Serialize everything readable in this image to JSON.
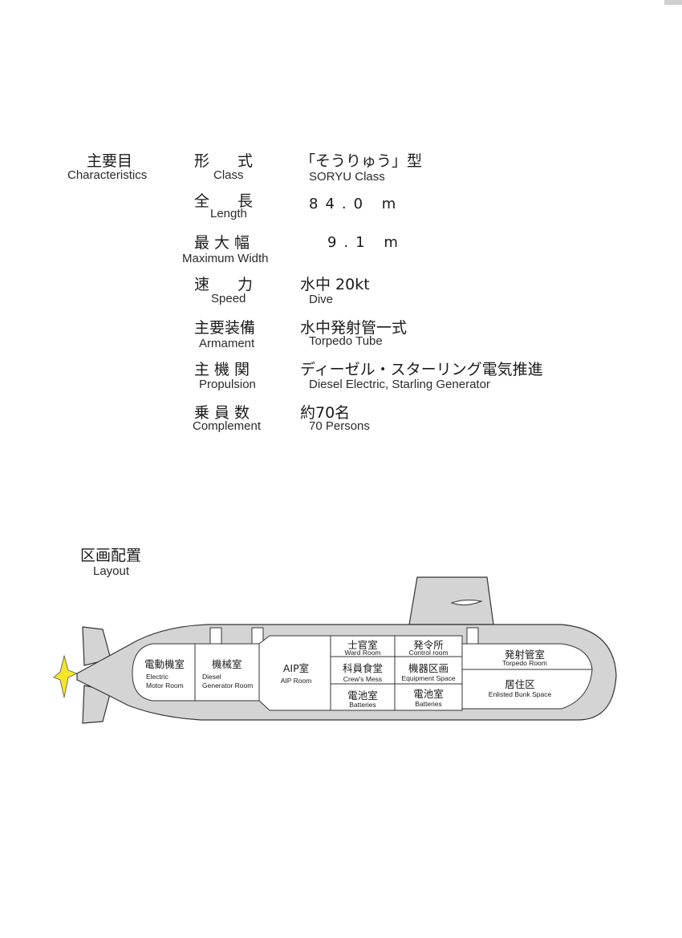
{
  "characteristics": {
    "heading_jp": "主要目",
    "heading_en": "Characteristics",
    "rows": [
      {
        "label_jp": "形　式",
        "label_en": "Class",
        "value_jp": "「そうりゅう」型",
        "value_en": "SORYU Class"
      },
      {
        "label_jp": "全　長",
        "label_en": "Length",
        "value_jp": "84.0 m",
        "value_en": ""
      },
      {
        "label_jp": "最大幅",
        "label_en": "Maximum Width",
        "value_jp": "9.1 m",
        "value_en": ""
      },
      {
        "label_jp": "速　力",
        "label_en": "Speed",
        "value_jp": "水中 20kt",
        "value_en": "Dive"
      },
      {
        "label_jp": "主要装備",
        "label_en": "Armament",
        "value_jp": "水中発射管一式",
        "value_en": "Torpedo Tube"
      },
      {
        "label_jp": "主機関",
        "label_en": "Propulsion",
        "value_jp": "ディーゼル・スターリング電気推進",
        "value_en": "Diesel Electric, Starling Generator"
      },
      {
        "label_jp": "乗員数",
        "label_en": "Complement",
        "value_jp": "約70名",
        "value_en": "70 Persons"
      }
    ]
  },
  "layout": {
    "heading_jp": "区画配置",
    "heading_en": "Layout",
    "rooms": {
      "motor": {
        "jp": "電動機室",
        "en1": "Electric",
        "en2": "Motor Room"
      },
      "diesel": {
        "jp": "機械室",
        "en1": "Diesel",
        "en2": "Generator Room"
      },
      "aip": {
        "jp": "AIP室",
        "en": "AIP Room"
      },
      "ward": {
        "jp": "士官室",
        "en": "Ward Room"
      },
      "mess": {
        "jp": "科員食堂",
        "en": "Crew's Mess"
      },
      "batt1": {
        "jp": "電池室",
        "en": "Batteries"
      },
      "control": {
        "jp": "発令所",
        "en": "Control room"
      },
      "equip": {
        "jp": "機器区画",
        "en": "Equipment Space"
      },
      "batt2": {
        "jp": "電池室",
        "en": "Batteries"
      },
      "torpedo": {
        "jp": "発射管室",
        "en": "Torpedo Room"
      },
      "bunk": {
        "jp": "居住区",
        "en": "Enlisted Bunk Space"
      }
    }
  },
  "colors": {
    "hull": "#d4d4d4",
    "outline": "#333333",
    "propeller": "#f5e62a"
  }
}
